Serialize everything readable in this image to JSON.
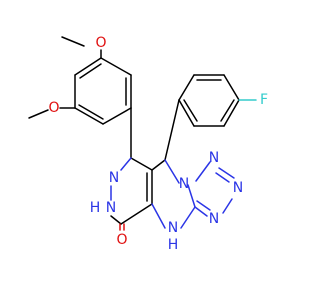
{
  "molecule": {
    "atom_labels": {
      "o_methoxy_top": "O",
      "o_methoxy_left": "O",
      "fluorine": "F",
      "n_pyridazine_1": "N",
      "nh_pyridazine": "N",
      "nh_pyridazine_h": "H",
      "carbonyl_o": "O",
      "nh_bridge": "N",
      "nh_bridge_h": "H",
      "n_tetrazole_fused": "N",
      "n_tetrazole_2": "N",
      "n_tetrazole_3": "N",
      "n_tetrazole_4": "N"
    },
    "colors": {
      "carbon": "#000000",
      "nitrogen": "#2b35e6",
      "oxygen": "#e01010",
      "fluorine": "#33cccc"
    }
  }
}
